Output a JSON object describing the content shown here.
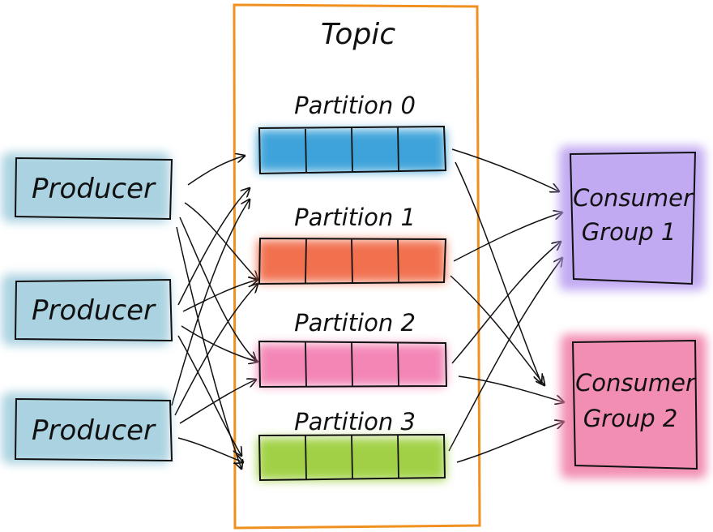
{
  "topic": {
    "title": "Topic"
  },
  "partitions": [
    {
      "label": "Partition 0",
      "color": "#2a9ad6",
      "cells": 4
    },
    {
      "label": "Partition 1",
      "color": "#f0623e",
      "cells": 4
    },
    {
      "label": "Partition 2",
      "color": "#f27aae",
      "cells": 4
    },
    {
      "label": "Partition 3",
      "color": "#97cc30",
      "cells": 4
    }
  ],
  "producers": [
    {
      "label": "Producer"
    },
    {
      "label": "Producer"
    },
    {
      "label": "Producer"
    }
  ],
  "consumer_groups": [
    {
      "line1": "Consumer",
      "line2": "Group 1",
      "color": "#b89cf0"
    },
    {
      "line1": "Consumer",
      "line2": "Group 2",
      "color": "#f07aa6"
    }
  ],
  "colors": {
    "topic_border": "#f0901e",
    "producer_fill": "#8fc4d8",
    "ink": "#111111"
  }
}
